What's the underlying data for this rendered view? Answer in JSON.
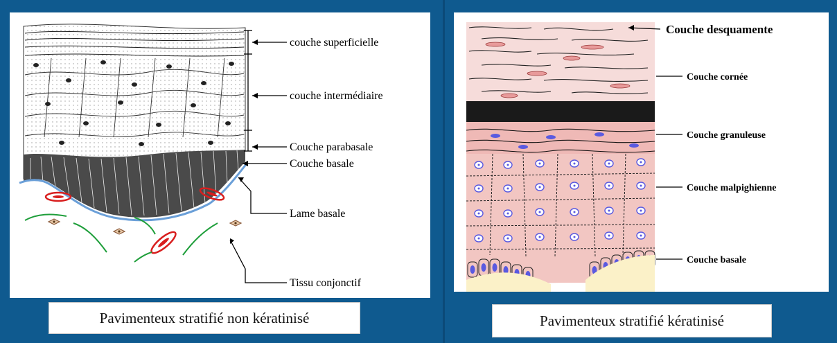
{
  "left": {
    "caption": "Pavimenteux stratifié non kératinisé",
    "labels": {
      "superficielle": "couche superficielle",
      "intermediaire": "couche intermédiaire",
      "parabasale": "Couche parabasale",
      "basale": "Couche basale",
      "lame": "Lame basale",
      "tissu": "Tissu conjonctif"
    }
  },
  "right": {
    "caption": "Pavimenteux stratifié kératinisé",
    "labels": {
      "desquamente": "Couche desquamente",
      "cornee": "Couche cornée",
      "granuleuse": "Couche granuleuse",
      "malpighienne": "Couche malpighienne",
      "basale": "Couche basale"
    }
  },
  "colors": {
    "background": "#0f5a8f",
    "pink_tissue": "#f2c6c2",
    "nucleus_blue": "#5a5ae0",
    "lame_blue": "#6a9fd8",
    "vessel_red": "#d81e1e",
    "fiber_green": "#1e9e3a"
  }
}
